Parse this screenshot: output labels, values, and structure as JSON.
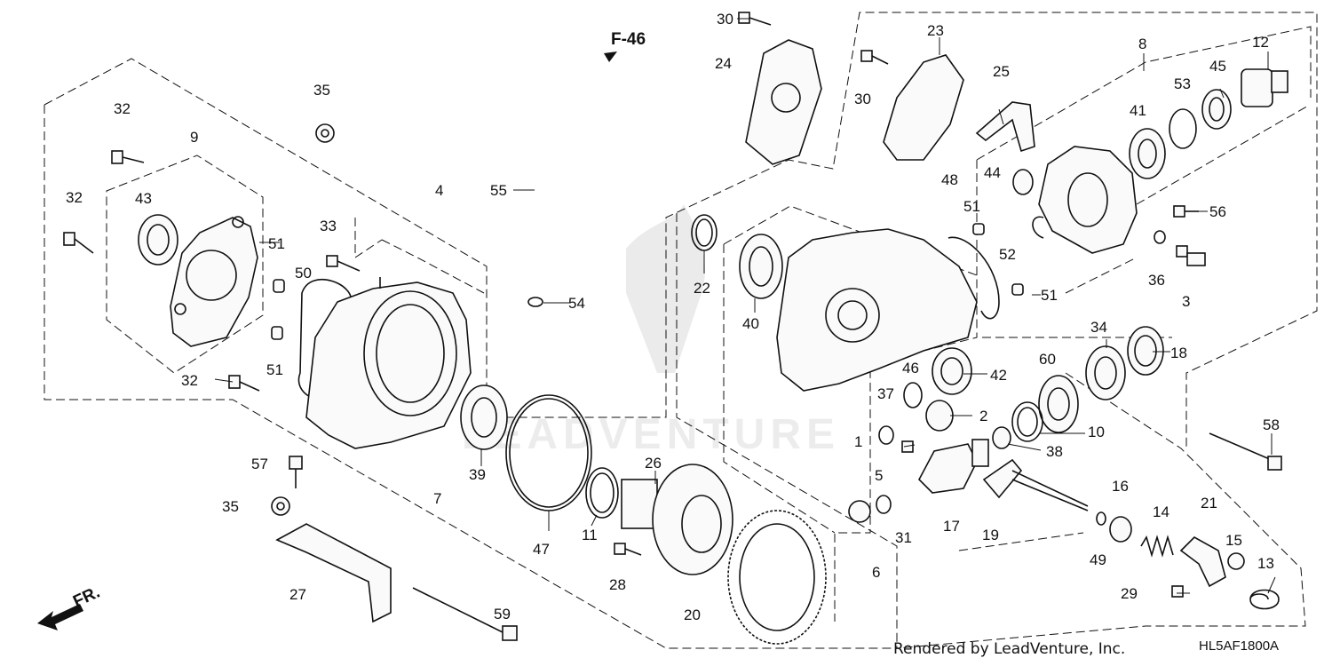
{
  "diagram": {
    "reference": "F-46",
    "direction_label": "FR.",
    "credit": "Rendered by LeadVenture, Inc.",
    "diagram_code": "HL5AF1800A",
    "watermark": "LEADVENTURE"
  },
  "labels": {
    "p1": "1",
    "p2": "2",
    "p3": "3",
    "p4": "4",
    "p5": "5",
    "p6": "6",
    "p7": "7",
    "p8": "8",
    "p9": "9",
    "p10": "10",
    "p11": "11",
    "p12": "12",
    "p13": "13",
    "p14": "14",
    "p15": "15",
    "p16": "16",
    "p17": "17",
    "p18": "18",
    "p19": "19",
    "p20": "20",
    "p21": "21",
    "p22": "22",
    "p23": "23",
    "p24": "24",
    "p25": "25",
    "p26": "26",
    "p27": "27",
    "p28": "28",
    "p29": "29",
    "p30a": "30",
    "p30b": "30",
    "p31": "31",
    "p32a": "32",
    "p32b": "32",
    "p32c": "32",
    "p33": "33",
    "p34": "34",
    "p35a": "35",
    "p35b": "35",
    "p36": "36",
    "p37": "37",
    "p38": "38",
    "p39": "39",
    "p40": "40",
    "p41": "41",
    "p42": "42",
    "p43": "43",
    "p44": "44",
    "p45": "45",
    "p46": "46",
    "p47": "47",
    "p48": "48",
    "p49": "49",
    "p50": "50",
    "p51a": "51",
    "p51b": "51",
    "p51c": "51",
    "p51d": "51",
    "p52": "52",
    "p53": "53",
    "p54": "54",
    "p55": "55",
    "p56": "56",
    "p57": "57",
    "p58": "58",
    "p59": "59",
    "p60": "60"
  }
}
